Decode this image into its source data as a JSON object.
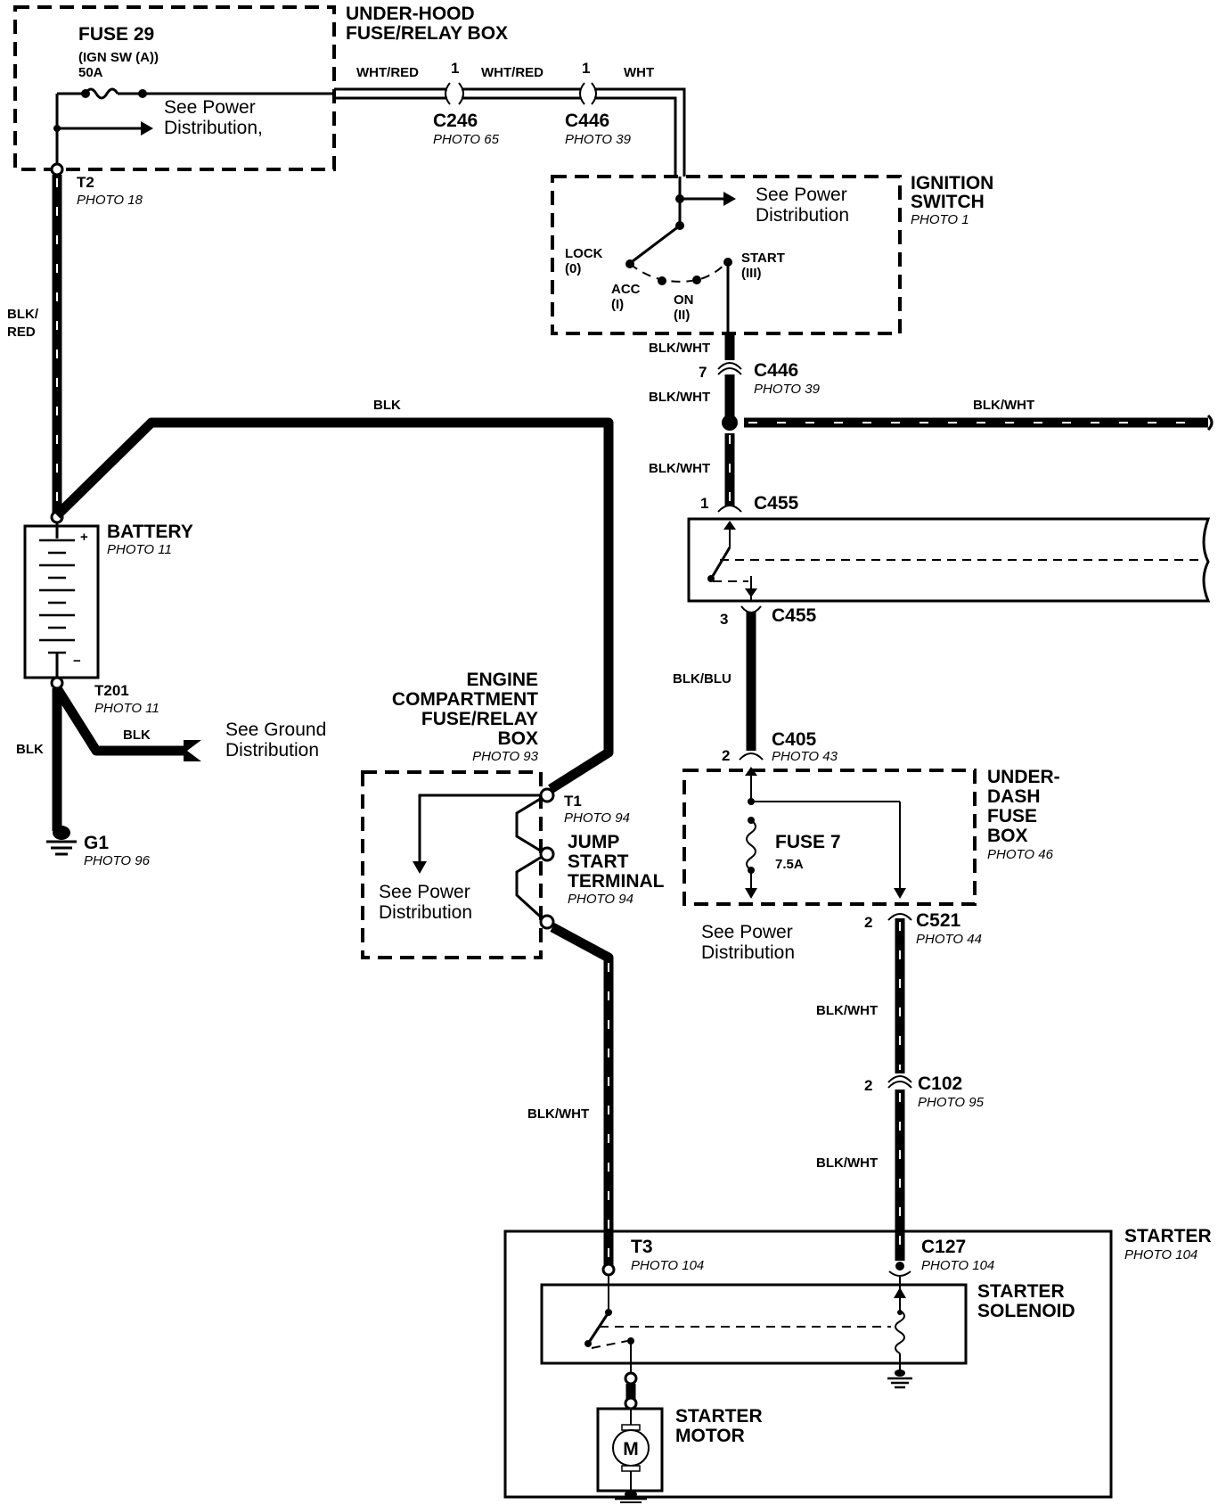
{
  "under_hood_box": {
    "title_line1": "UNDER-HOOD",
    "title_line2": "FUSE/RELAY BOX",
    "fuse_name": "FUSE 29",
    "fuse_circuit": "(IGN SW (A))",
    "fuse_rating": "50A",
    "see_line1": "See Power",
    "see_line2": "Distribution,"
  },
  "t2": {
    "name": "T2",
    "photo": "PHOTO 18"
  },
  "wires": {
    "wht_red_1": "WHT/RED",
    "wht_red_2": "WHT/RED",
    "wht": "WHT",
    "blk_red_1": "BLK/",
    "blk_red_2": "RED",
    "blk_top": "BLK",
    "blk_wht_sw": "BLK/WHT",
    "blk_wht_c446": "BLK/WHT",
    "blk_wht_right": "BLK/WHT",
    "blk_wht_c455": "BLK/WHT",
    "blk_blu": "BLK/BLU",
    "blk_wht_c521": "BLK/WHT",
    "blk_wht_c102": "BLK/WHT",
    "blk_wht_jump": "BLK/WHT",
    "blk_gnd": "BLK",
    "blk_ground_dist": "BLK"
  },
  "c246": {
    "pin": "1",
    "name": "C246",
    "photo": "PHOTO 65"
  },
  "c446_top": {
    "pin": "1",
    "name": "C446",
    "photo": "PHOTO 39"
  },
  "ignition": {
    "title_line1": "IGNITION",
    "title_line2": "SWITCH",
    "photo": "PHOTO 1",
    "see_line1": "See Power",
    "see_line2": "Distribution",
    "lock": "LOCK",
    "lock_num": "(0)",
    "acc": "ACC",
    "acc_num": "(I)",
    "on": "ON",
    "on_num": "(II)",
    "start": "START",
    "start_num": "(III)"
  },
  "c446_mid": {
    "pin": "7",
    "name": "C446",
    "photo": "PHOTO 39"
  },
  "c455_top": {
    "pin": "1",
    "name": "C455"
  },
  "c455_bot": {
    "pin": "3",
    "name": "C455"
  },
  "battery": {
    "name": "BATTERY",
    "photo": "PHOTO 11",
    "plus": "+",
    "minus": "−"
  },
  "t201": {
    "name": "T201",
    "photo": "PHOTO 11"
  },
  "ground_dist": {
    "line1": "See Ground",
    "line2": "Distribution"
  },
  "g1": {
    "name": "G1",
    "photo": "PHOTO 96"
  },
  "engine_box": {
    "line1": "ENGINE",
    "line2": "COMPARTMENT",
    "line3": "FUSE/RELAY",
    "line4": "BOX",
    "photo": "PHOTO 93",
    "see_line1": "See Power",
    "see_line2": "Distribution"
  },
  "t1": {
    "name": "T1",
    "photo": "PHOTO 94"
  },
  "jump": {
    "line1": "JUMP",
    "line2": "START",
    "line3": "TERMINAL",
    "photo": "PHOTO 94"
  },
  "c405": {
    "pin": "2",
    "name": "C405",
    "photo": "PHOTO 43"
  },
  "under_dash": {
    "line1": "UNDER-",
    "line2": "DASH",
    "line3": "FUSE",
    "line4": "BOX",
    "photo": "PHOTO 46",
    "fuse_name": "FUSE 7",
    "fuse_rating": "7.5A",
    "see_line1": "See Power",
    "see_line2": "Distribution"
  },
  "c521": {
    "pin": "2",
    "name": "C521",
    "photo": "PHOTO 44"
  },
  "c102": {
    "pin": "2",
    "name": "C102",
    "photo": "PHOTO 95"
  },
  "starter": {
    "name": "STARTER",
    "photo": "PHOTO 104"
  },
  "t3": {
    "name": "T3",
    "photo": "PHOTO 104"
  },
  "c127": {
    "name": "C127",
    "photo": "PHOTO 104"
  },
  "solenoid": {
    "line1": "STARTER",
    "line2": "SOLENOID"
  },
  "motor": {
    "line1": "STARTER",
    "line2": "MOTOR",
    "symbol": "M"
  }
}
